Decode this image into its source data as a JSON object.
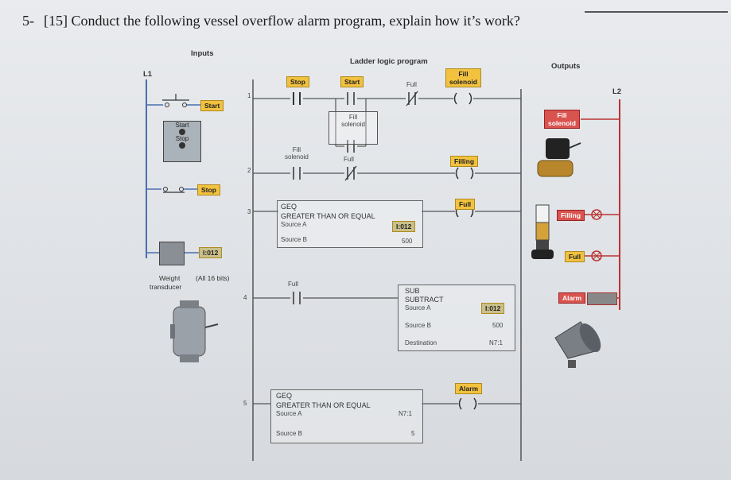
{
  "question": {
    "number": "5-",
    "text": "[15] Conduct the following vessel overflow alarm program, explain how it’s work?"
  },
  "headers": {
    "inputs": "Inputs",
    "ladder": "Ladder logic program",
    "outputs": "Outputs",
    "l1": "L1",
    "l2": "L2"
  },
  "inputs": {
    "start_tag": "Start",
    "stop_tag": "Stop",
    "start_button": "Start",
    "stop_button": "Stop",
    "analog_tag": "I:012",
    "transducer_label_1": "Weight",
    "transducer_label_2": "transducer",
    "bits_label": "(All 16 bits)"
  },
  "rungs": {
    "r1": {
      "num": "1",
      "stop_tag": "Stop",
      "start_tag": "Start",
      "full": "Full",
      "fill_tag_1": "Fill",
      "fill_tag_2": "solenoid",
      "branch_1": "Fill",
      "branch_2": "solenoid"
    },
    "r2": {
      "num": "2",
      "fill_1": "Fill",
      "fill_2": "solenoid",
      "full": "Full",
      "filling_tag": "Filling"
    },
    "r3": {
      "num": "3",
      "geq": "GEQ",
      "title": "GREATER THAN OR EQUAL",
      "src_a": "Source A",
      "src_a_val": "I:012",
      "src_b": "Source B",
      "src_b_val": "500",
      "full_tag": "Full"
    },
    "r4": {
      "num": "4",
      "full": "Full",
      "sub": "SUB",
      "title": "SUBTRACT",
      "src_a": "Source A",
      "src_a_val": "I:012",
      "src_b": "Source B",
      "src_b_val": "500",
      "dest": "Destination",
      "dest_val": "N7:1"
    },
    "r5": {
      "num": "5",
      "geq": "GEQ",
      "title": "GREATER THAN OR EQUAL",
      "src_a": "Source A",
      "src_a_val": "N7:1",
      "src_b": "Source B",
      "src_b_val": "5",
      "alarm_tag": "Alarm"
    }
  },
  "outputs": {
    "fill_1": "Fill",
    "fill_2": "solenoid",
    "filling": "Filling",
    "full": "Full",
    "alarm": "Alarm"
  },
  "colors": {
    "tag": "#f2c23f",
    "rail": "#4a6fb0",
    "wire": "#555555"
  }
}
